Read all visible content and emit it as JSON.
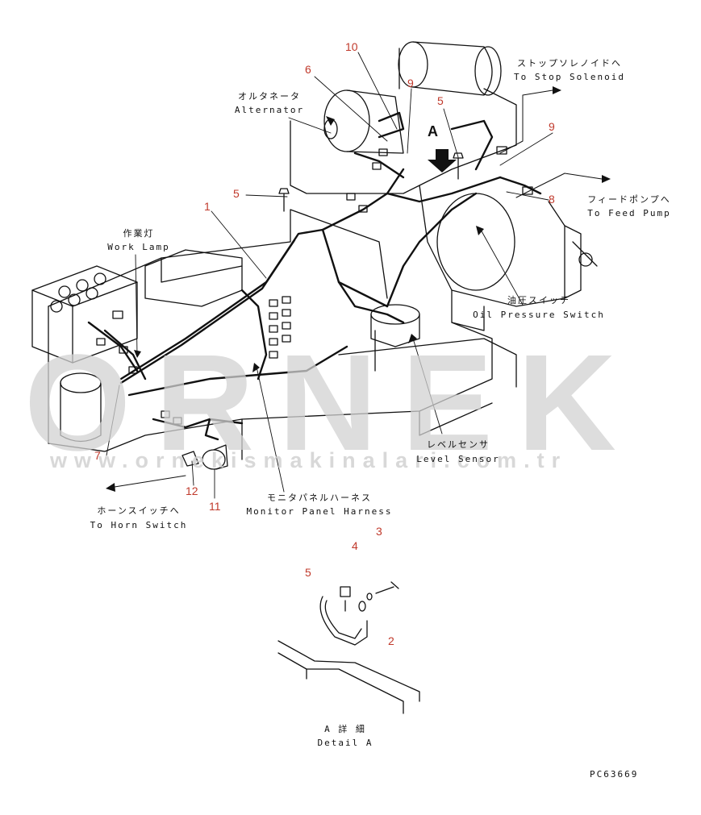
{
  "watermark": {
    "logo": "ORNEK",
    "url": "www.ornekismakinalari.com.tr"
  },
  "drawing_code": "PC63669",
  "view_marker": "A",
  "callouts": [
    {
      "id": "c10a",
      "text": "10"
    },
    {
      "id": "c6",
      "text": "6"
    },
    {
      "id": "c9a",
      "text": "9"
    },
    {
      "id": "c5a",
      "text": "5"
    },
    {
      "id": "c9b",
      "text": "9"
    },
    {
      "id": "c5b",
      "text": "5"
    },
    {
      "id": "c1",
      "text": "1"
    },
    {
      "id": "c8",
      "text": "8"
    },
    {
      "id": "c7",
      "text": "7"
    },
    {
      "id": "c12",
      "text": "12"
    },
    {
      "id": "c11",
      "text": "11"
    },
    {
      "id": "c3",
      "text": "3"
    },
    {
      "id": "c4",
      "text": "4"
    },
    {
      "id": "c5c",
      "text": "5"
    },
    {
      "id": "c2",
      "text": "2"
    }
  ],
  "labels": {
    "alternator_jp": "オルタネータ",
    "alternator_en": "Alternator",
    "stop_solenoid_jp": "ストップソレノイドへ",
    "stop_solenoid_en": "To Stop Solenoid",
    "feed_pump_jp": "フィードポンプへ",
    "feed_pump_en": "To Feed Pump",
    "work_lamp_jp": "作業灯",
    "work_lamp_en": "Work Lamp",
    "oil_pressure_jp": "油圧スイッチ",
    "oil_pressure_en": "Oil Pressure Switch",
    "level_sensor_jp": "レベルセンサ",
    "level_sensor_en": "Level Sensor",
    "horn_switch_jp": "ホーンスイッチへ",
    "horn_switch_en": "To Horn Switch",
    "monitor_panel_jp": "モニタパネルハーネス",
    "monitor_panel_en": "Monitor Panel Harness",
    "detail_jp": "A  詳 細",
    "detail_en": "Detail A"
  }
}
